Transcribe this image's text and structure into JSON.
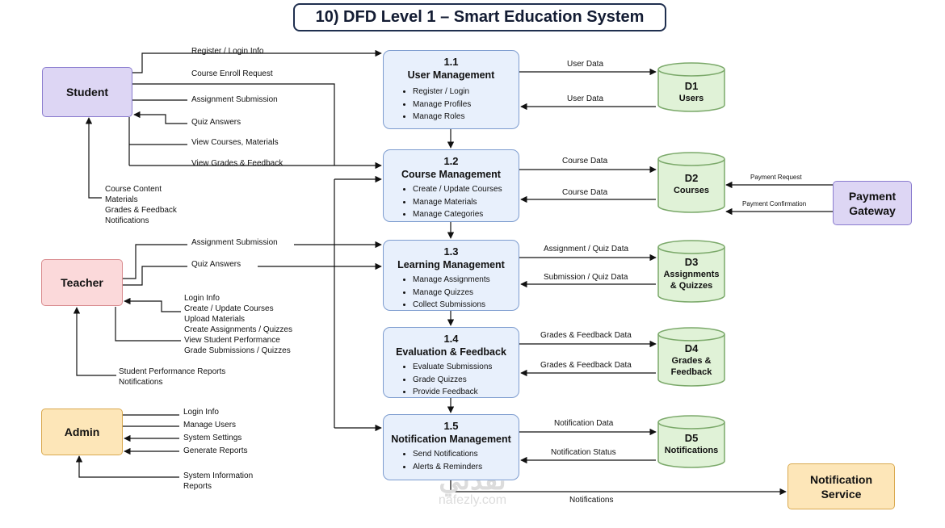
{
  "title": "10) DFD Level 1 – Smart Education System",
  "entities": {
    "student": "Student",
    "teacher": "Teacher",
    "admin": "Admin",
    "payment": "Payment Gateway",
    "notification_service": "Notification Service"
  },
  "processes": [
    {
      "num": "1.1",
      "name": "User Management",
      "items": [
        "Register / Login",
        "Manage Profiles",
        "Manage Roles"
      ]
    },
    {
      "num": "1.2",
      "name": "Course Management",
      "items": [
        "Create / Update Courses",
        "Manage Materials",
        "Manage Categories"
      ]
    },
    {
      "num": "1.3",
      "name": "Learning Management",
      "items": [
        "Manage Assignments",
        "Manage Quizzes",
        "Collect Submissions"
      ]
    },
    {
      "num": "1.4",
      "name": "Evaluation & Feedback",
      "items": [
        "Evaluate Submissions",
        "Grade Quizzes",
        "Provide Feedback"
      ]
    },
    {
      "num": "1.5",
      "name": "Notification Management",
      "items": [
        "Send Notifications",
        "Alerts & Reminders"
      ]
    }
  ],
  "stores": [
    {
      "id": "D1",
      "name": "Users"
    },
    {
      "id": "D2",
      "name": "Courses"
    },
    {
      "id": "D3",
      "name": "Assignments & Quizzes"
    },
    {
      "id": "D4",
      "name": "Grades & Feedback"
    },
    {
      "id": "D5",
      "name": "Notifications"
    }
  ],
  "flows": {
    "student": {
      "register": "Register / Login Info",
      "enroll": "Course Enroll Request",
      "assignment": "Assignment Submission",
      "quiz": "Quiz Answers",
      "view_courses": "View Courses, Materials",
      "view_grades": "View Grades & Feedback",
      "returns": [
        "Course Content",
        "Materials",
        "Grades & Feedback",
        "Notifications"
      ]
    },
    "teacher": {
      "assignment": "Assignment Submission",
      "quiz": "Quiz Answers",
      "inputs": [
        "Login Info",
        "Create / Update Courses",
        "Upload Materials",
        "Create Assignments / Quizzes",
        "View Student Performance",
        "Grade Submissions / Quizzes"
      ],
      "returns": [
        "Student Performance Reports",
        "Notifications"
      ]
    },
    "admin": {
      "inputs": [
        "Login Info",
        "Manage Users",
        "System Settings",
        "Generate Reports"
      ],
      "returns": [
        "System Information",
        "Reports"
      ]
    },
    "stores": {
      "d1_out": "User Data",
      "d1_in": "User Data",
      "d2_out": "Course Data",
      "d2_in": "Course Data",
      "d3_out": "Assignment / Quiz Data",
      "d3_in": "Submission / Quiz Data",
      "d4_out": "Grades & Feedback Data",
      "d4_in": "Grades & Feedback Data",
      "d5_out": "Notification Data",
      "d5_in": "Notification Status"
    },
    "payment": {
      "request": "Payment Request",
      "confirmation": "Payment Confirmation"
    },
    "notifications": "Notifications"
  },
  "watermark": {
    "arabic": "نفذلي",
    "latin": "nafezly.com"
  }
}
